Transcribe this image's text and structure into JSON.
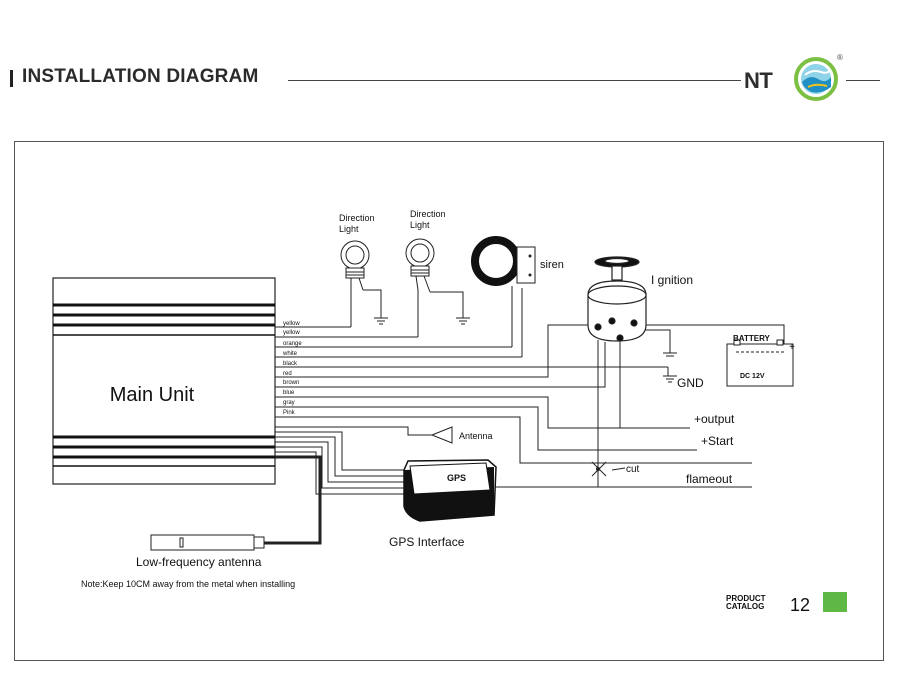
{
  "header": {
    "title": "INSTALLATION DIAGRAM",
    "logo_text": "NT",
    "logo_mark": "®"
  },
  "diagram": {
    "main_unit": "Main Unit",
    "wires": [
      "yellow",
      "yellow",
      "orange",
      "white",
      "black",
      "red",
      "brown",
      "blue",
      "gray",
      "Pink"
    ],
    "direction_light_1": [
      "Direction",
      "Light"
    ],
    "direction_light_2": [
      "Direction",
      "Light"
    ],
    "siren": "siren",
    "ignition": "I gnition",
    "battery": "BATTERY",
    "battery_voltage": "DC  12V",
    "battery_plus": "+",
    "gnd": "GND",
    "output": "+output",
    "start": "+Start",
    "flameout": "flameout",
    "cut": "cut",
    "antenna": "Antenna",
    "gps": "GPS",
    "gps_interface": "GPS Interface",
    "lf_antenna": "Low-frequency antenna",
    "note": "Note:Keep 10CM away from the metal when installing"
  },
  "footer": {
    "catalog_line1": "PRODUCT",
    "catalog_line2": "CATALOG",
    "page_number": "12",
    "accent_color": "#5fb844"
  }
}
